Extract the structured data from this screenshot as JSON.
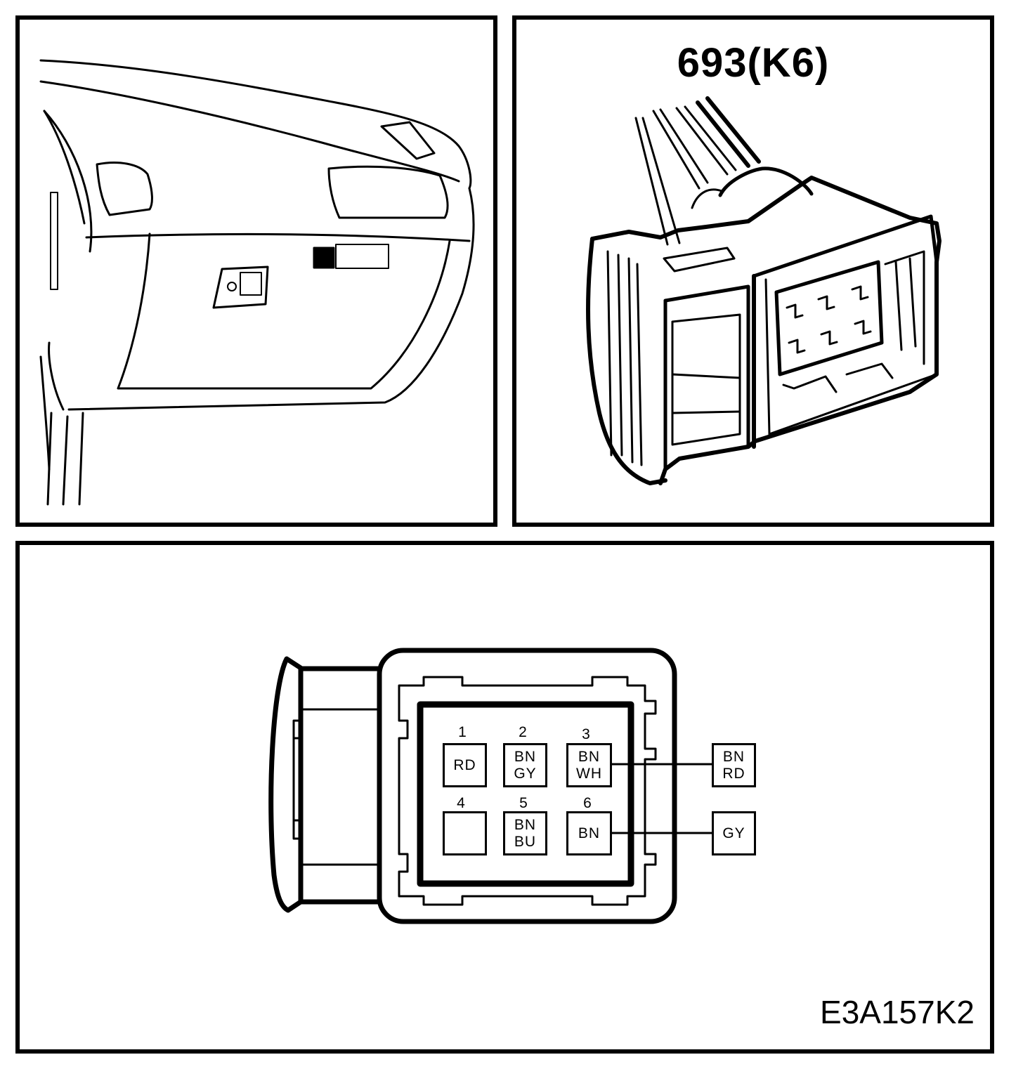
{
  "connector": {
    "title": "693(K6)"
  },
  "pinout": {
    "pins": [
      {
        "number": "1",
        "colors": [
          "RD"
        ]
      },
      {
        "number": "2",
        "colors": [
          "BN",
          "GY"
        ]
      },
      {
        "number": "3",
        "colors": [
          "BN",
          "WH"
        ]
      },
      {
        "number": "4",
        "colors": []
      },
      {
        "number": "5",
        "colors": [
          "BN",
          "BU"
        ]
      },
      {
        "number": "6",
        "colors": [
          "BN"
        ]
      }
    ],
    "external_wires": [
      {
        "from_pin": "3",
        "colors": [
          "BN",
          "RD"
        ]
      },
      {
        "from_pin": "6",
        "colors": [
          "GY"
        ]
      }
    ]
  },
  "figure_code": "E3A157K2"
}
